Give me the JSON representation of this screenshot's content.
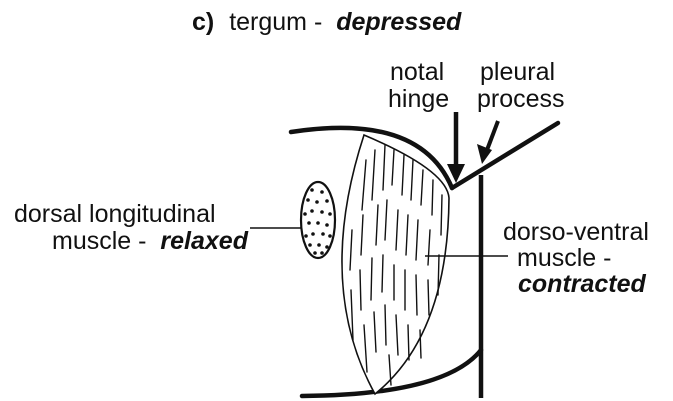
{
  "title": {
    "letter": "c)",
    "main": "tergum -",
    "emphasis": "depressed"
  },
  "labels": {
    "notal_hinge": [
      "notal",
      "hinge"
    ],
    "pleural_process": [
      "pleural",
      "process"
    ],
    "dorsal_longitudinal": {
      "line1": "dorsal longitudinal",
      "line2_prefix": "muscle -",
      "line2_emphasis": "relaxed"
    },
    "dorso_ventral": {
      "line1": "dorso-ventral",
      "line2": "muscle -",
      "line3_emphasis": "contracted"
    }
  },
  "colors": {
    "ink": "#111111",
    "background": "#ffffff"
  }
}
